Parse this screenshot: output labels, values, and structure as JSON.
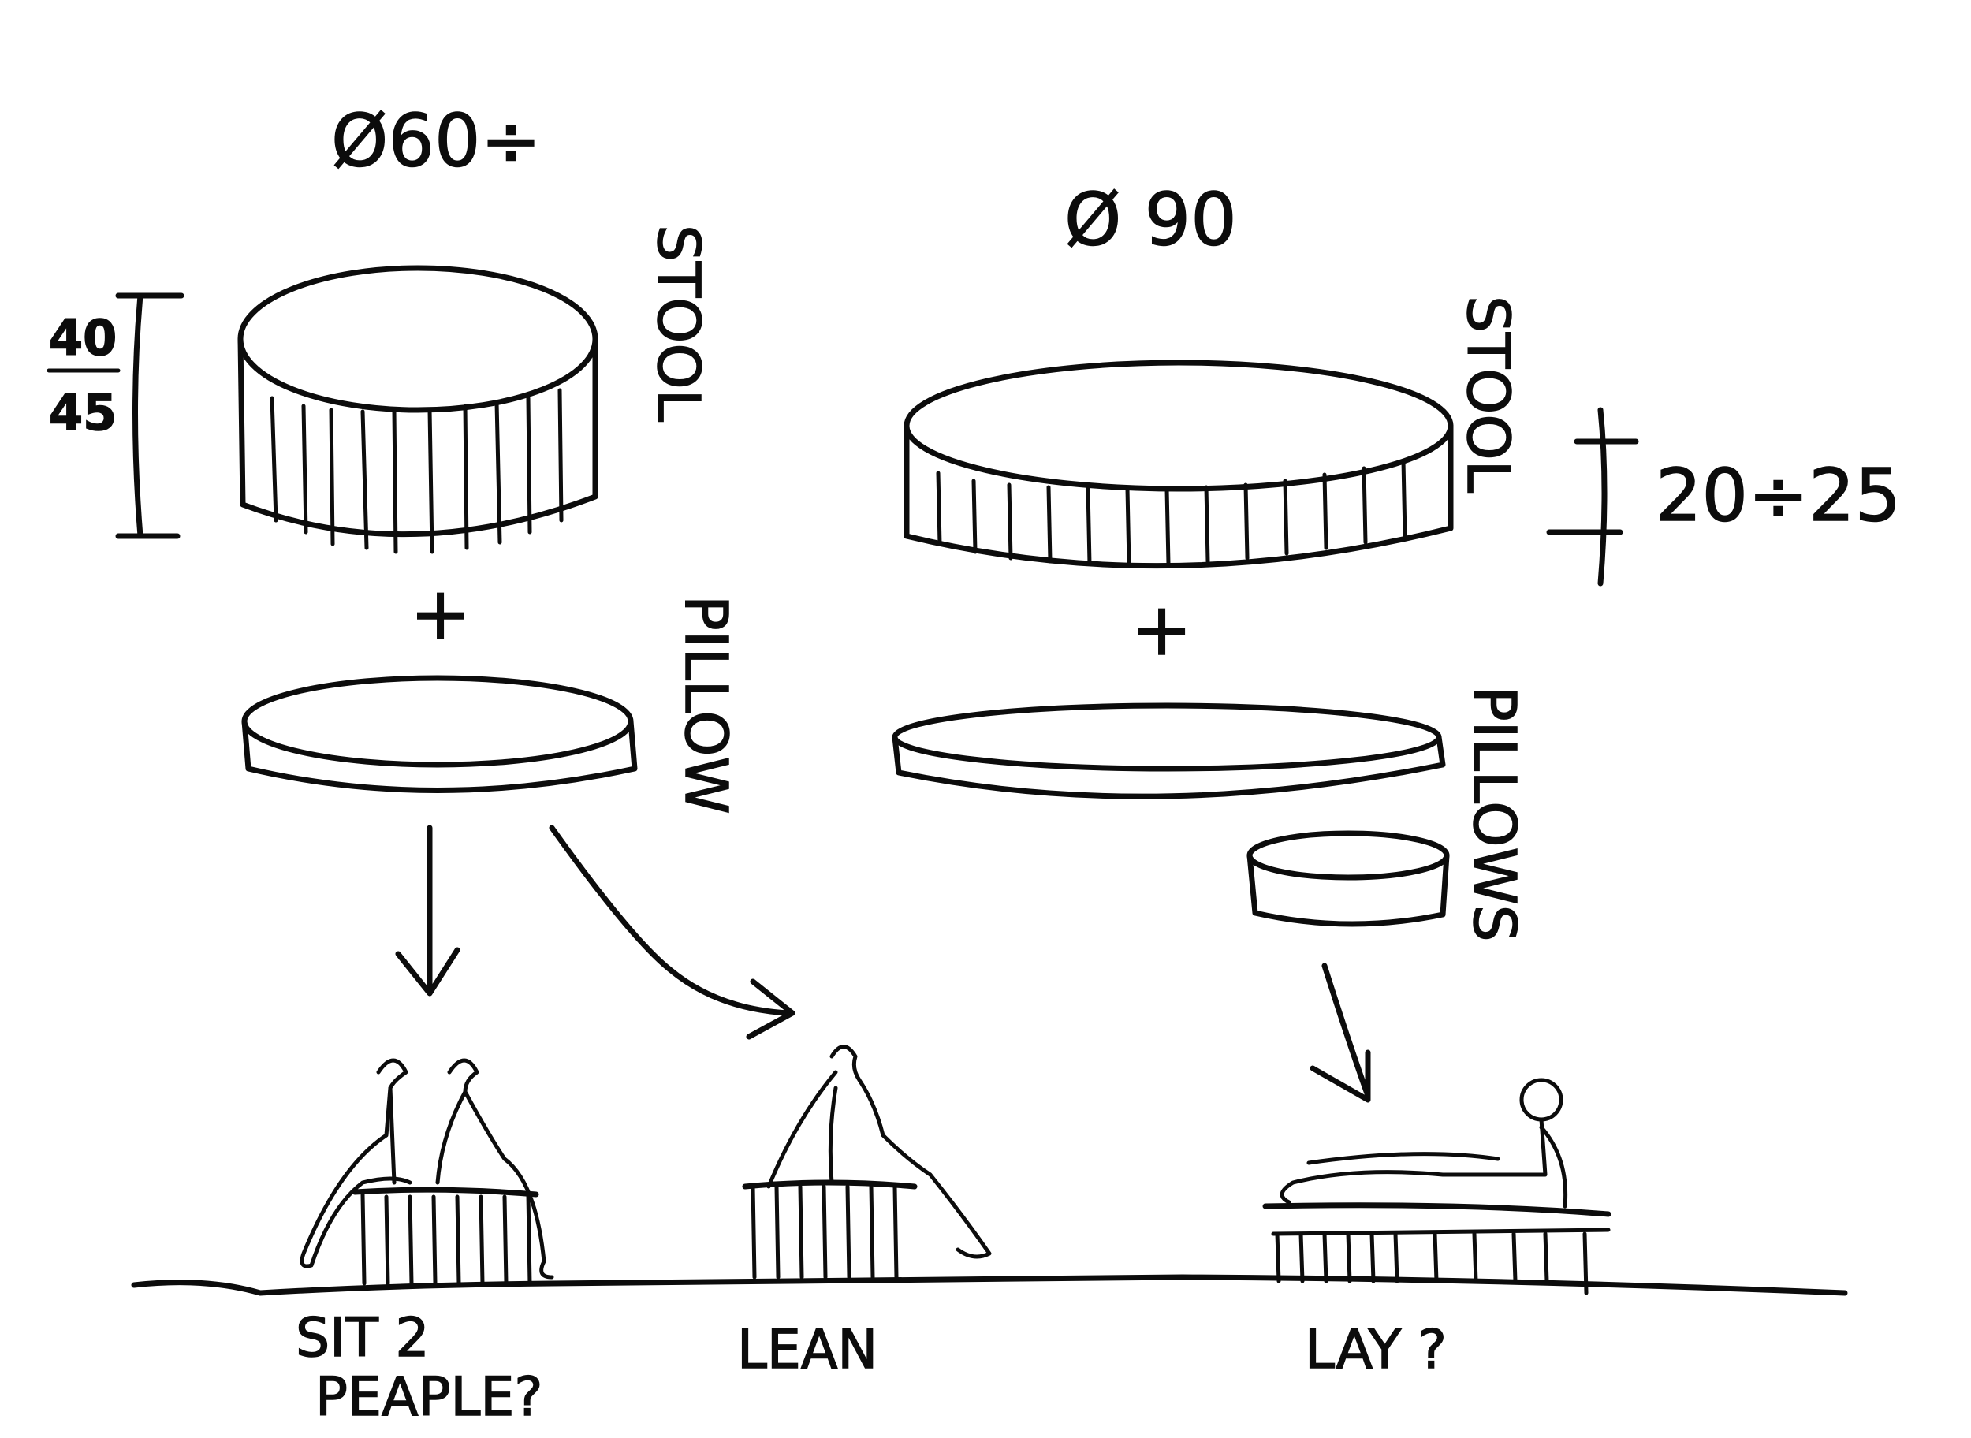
{
  "small_option": {
    "diameter": "Ø60÷",
    "height_top": "40",
    "height_bottom": "45",
    "stool_label": "STOOL",
    "pillow_label": "PILLOW"
  },
  "large_option": {
    "diameter": "Ø 90",
    "height": "20÷25",
    "stool_label": "STOOL",
    "pillow_label": "PILLOWS"
  },
  "plus_sign": "+",
  "uses": {
    "sit": [
      "SIT 2",
      "PEAPLE?"
    ],
    "lean": "LEAN",
    "lay": "LAY ?"
  }
}
